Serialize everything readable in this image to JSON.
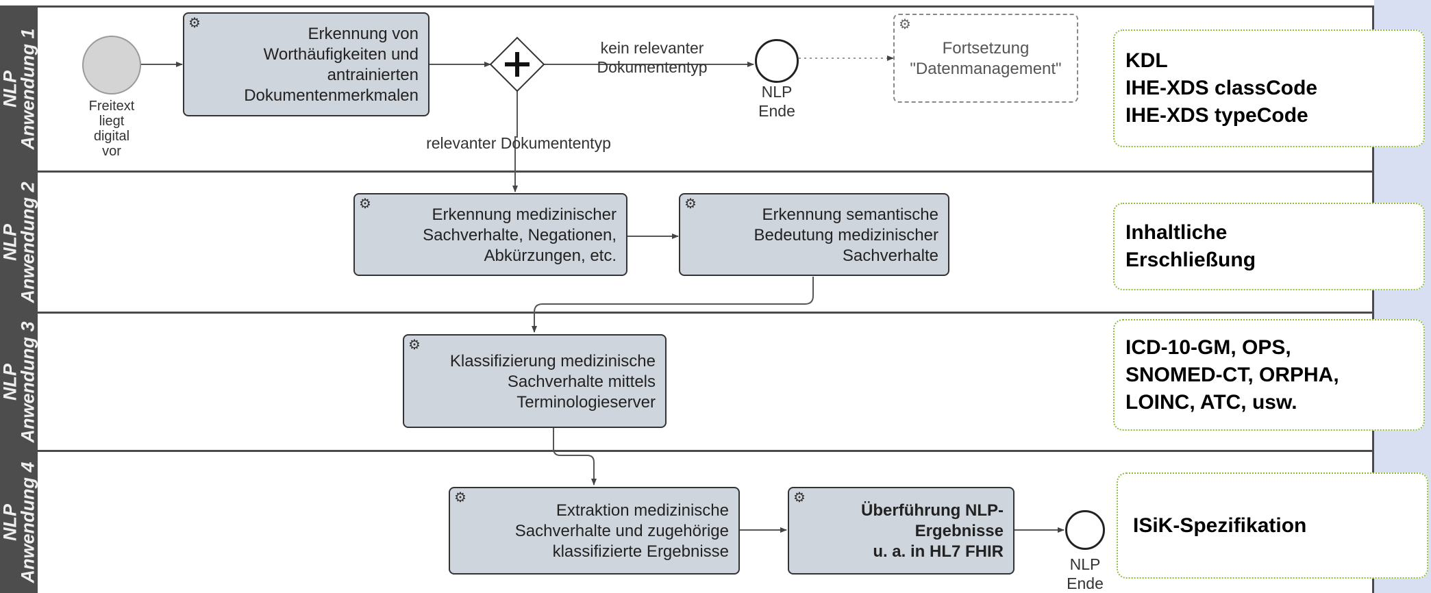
{
  "lanes": [
    {
      "label": "NLP\nAnwendung 1"
    },
    {
      "label": "NLP\nAnwendung 2"
    },
    {
      "label": "NLP\nAnwendung 3"
    },
    {
      "label": "NLP\nAnwendung 4"
    }
  ],
  "start_event": {
    "label": "Freitext\nliegt\ndigital\nvor"
  },
  "tasks": {
    "t1": "Erkennung von\nWorthäufigkeiten und\nantrainierten\nDokumentenmerkmalen",
    "t_continue": "Fortsetzung\n\"Datenmanagement\"",
    "t2a": "Erkennung medizinischer\nSachverhalte, Negationen,\nAbkürzungen, etc.",
    "t2b": "Erkennung semantische\nBedeutung medizinischer\nSachverhalte",
    "t3": "Klassifizierung medizinische\nSachverhalte mittels\nTerminologieserver",
    "t4a": "Extraktion medizinische\nSachverhalte und zugehörige\nklassifizierte Ergebnisse",
    "t4b": "Überführung NLP-\nErgebnisse\nu. a. in HL7 FHIR"
  },
  "flow_labels": {
    "not_relevant": "kein relevanter\nDokumententyp",
    "relevant": "relevanter Dokumententyp"
  },
  "end_events": {
    "end1": "NLP\nEnde",
    "end2": "NLP\nEnde"
  },
  "annotations": {
    "a1": "KDL\nIHE-XDS classCode\nIHE-XDS typeCode",
    "a2": "Inhaltliche\nErschließung",
    "a3": "ICD-10-GM, OPS,\nSNOMED-CT, ORPHA,\nLOINC, ATC, usw.",
    "a4": "ISiK-Spezifikation"
  },
  "icons": {
    "task": "gear-icon",
    "gateway": "parallel-gateway-plus-icon"
  },
  "colors": {
    "lane_header": "#4d4d4d",
    "task_fill": "#cfd5dd",
    "annotation_border": "#8bbf3c",
    "side_panel": "#d9dff2"
  }
}
